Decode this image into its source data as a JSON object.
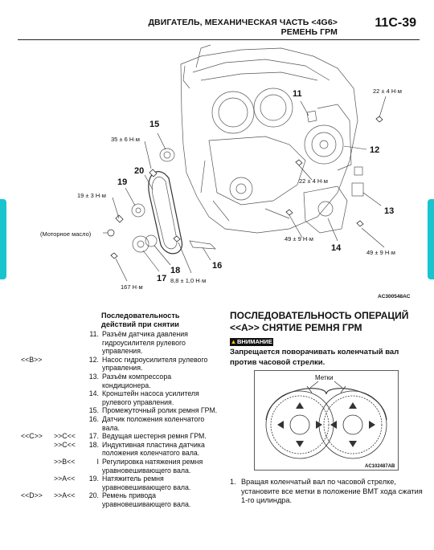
{
  "header": {
    "title_line1": "ДВИГАТЕЛЬ, МЕХАНИЧЕСКАЯ ЧАСТЬ <4G6>",
    "title_line2": "РЕМЕНЬ ГРМ",
    "page": "11C-39"
  },
  "figure": {
    "code": "AC300548AC",
    "callouts": {
      "n11": "11",
      "n12": "12",
      "n13": "13",
      "n14": "14",
      "n15": "15",
      "n16": "16",
      "n17": "17",
      "n18": "18",
      "n19": "19",
      "n20": "20"
    },
    "torques": {
      "t22a": "22 ± 4 Н·м",
      "t35": "35 ± 6 Н·м",
      "t22b": "22 ± 4 Н·м",
      "t19": "19 ± 3 Н·м",
      "t49a": "49 ± 9 Н·м",
      "t49b": "49 ± 9 Н·м",
      "t167": "167 Н·м",
      "t88": "8,8 ± 1,0 Н·м"
    },
    "oil_note": "(Моторное масло)"
  },
  "removal": {
    "caption_line1": "Последовательность",
    "caption_line2": "действий при снятии",
    "steps": [
      {
        "c1": "",
        "c2": "",
        "n": "11.",
        "text": "Разъём датчика давления гидроусилителя рулевого управления."
      },
      {
        "c1": "<<B>>",
        "c2": "",
        "n": "12.",
        "text": "Насос гидроусилителя рулевого управления."
      },
      {
        "c1": "",
        "c2": "",
        "n": "13.",
        "text": "Разъём компрессора кондиционера."
      },
      {
        "c1": "",
        "c2": "",
        "n": "14.",
        "text": "Кронштейн насоса усилителя рулевого управления."
      },
      {
        "c1": "",
        "c2": "",
        "n": "15.",
        "text": "Промежуточный ролик ремня ГРМ."
      },
      {
        "c1": "",
        "c2": "",
        "n": "16.",
        "text": "Датчик положения коленчатого вала."
      },
      {
        "c1": "<<C>>",
        "c2": ">>C<<",
        "n": "17.",
        "text": "Ведущая шестерня ремня ГРМ."
      },
      {
        "c1": "",
        "c2": ">>C<<",
        "n": "18.",
        "text": "Индуктивная пластина датчика положения коленчатого вала."
      },
      {
        "c1": "",
        "c2": ">>B<<",
        "n": "I",
        "text": "Регулировка натяжения ремня уравновешивающего вала."
      },
      {
        "c1": "",
        "c2": ">>A<<",
        "n": "19.",
        "text": "Натяжитель ремня уравновешивающего вала."
      },
      {
        "c1": "<<D>>",
        "c2": ">>A<<",
        "n": "20.",
        "text": "Ремень привода уравновешивающего вала."
      }
    ]
  },
  "procedure": {
    "title_line1": "ПОСЛЕДОВАТЕЛЬНОСТЬ ОПЕРАЦИЙ",
    "title_line2": "<<A>> СНЯТИЕ РЕМНЯ ГРМ",
    "warning_label": "ВНИМАНИЕ",
    "warning_text": "Запрещается поворачивать коленчатый вал против часовой стрелки.",
    "figure_label": "Метки",
    "figure_code": "AC102487AB",
    "note_num": "1.",
    "note_text": "Вращая коленчатый вал по часовой стрелке, установите все метки в положение ВМТ хода сжатия 1-го цилиндра."
  },
  "colors": {
    "accent_tab": "#19c4cf",
    "text": "#111111",
    "warning_bg": "#111111"
  }
}
